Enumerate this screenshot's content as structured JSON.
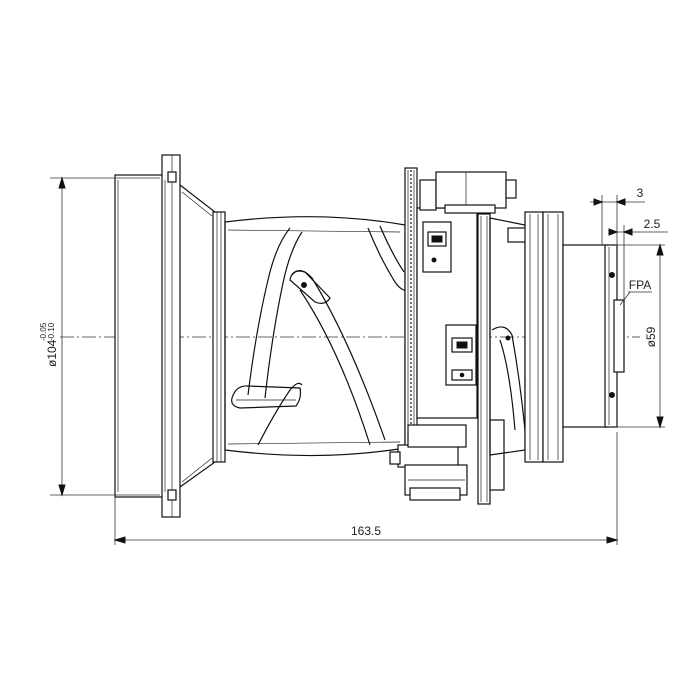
{
  "dimensions": {
    "overall_length": "163.5",
    "front_diameter_main": "ø104",
    "front_diameter_tol_upper": "-0.05",
    "front_diameter_tol_lower": "-0.10",
    "rear_diameter": "ø59",
    "flange_offset": "3",
    "fpa_offset": "2.5",
    "fpa_label": "FPA"
  },
  "colors": {
    "line": "#111111",
    "background": "#ffffff"
  }
}
